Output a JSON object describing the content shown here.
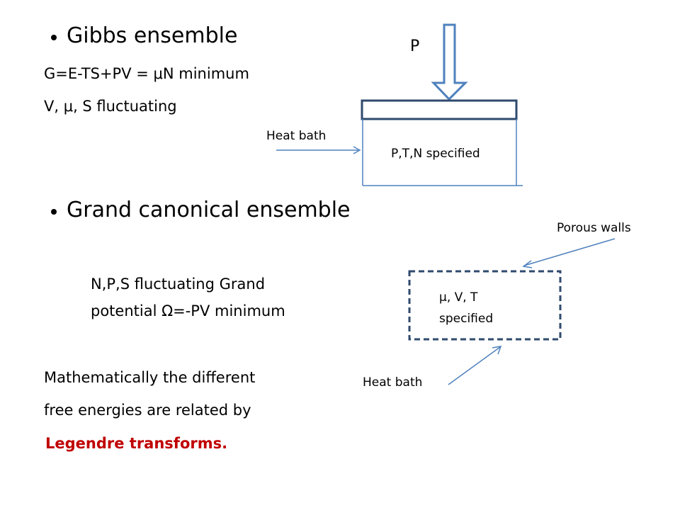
{
  "slide": {
    "section1": {
      "heading": "Gibbs ensemble",
      "line1": "G=E-TS+PV = μN minimum",
      "line2": "V, μ, S fluctuating"
    },
    "section2": {
      "heading": "Grand canonical ensemble",
      "fluct_line1": "N,P,S fluctuating Grand",
      "fluct_line2": "potential Ω=-PV minimum"
    },
    "closing": {
      "line1": "Mathematically the different",
      "line2": "free energies are related by",
      "highlight": "Legendre transforms."
    },
    "diagram1": {
      "pressure_label": "P",
      "heat_bath_label": "Heat bath",
      "box_label": "P,T,N specified"
    },
    "diagram2": {
      "porous_label": "Porous walls",
      "box_label_line1": "μ, V, T",
      "box_label_line2": "specified",
      "heat_bath_label": "Heat bath"
    }
  },
  "colors": {
    "arrow_blue": "#4f81bd",
    "dashed_border": "#2f4a6e",
    "highlight_red": "#c00000"
  }
}
